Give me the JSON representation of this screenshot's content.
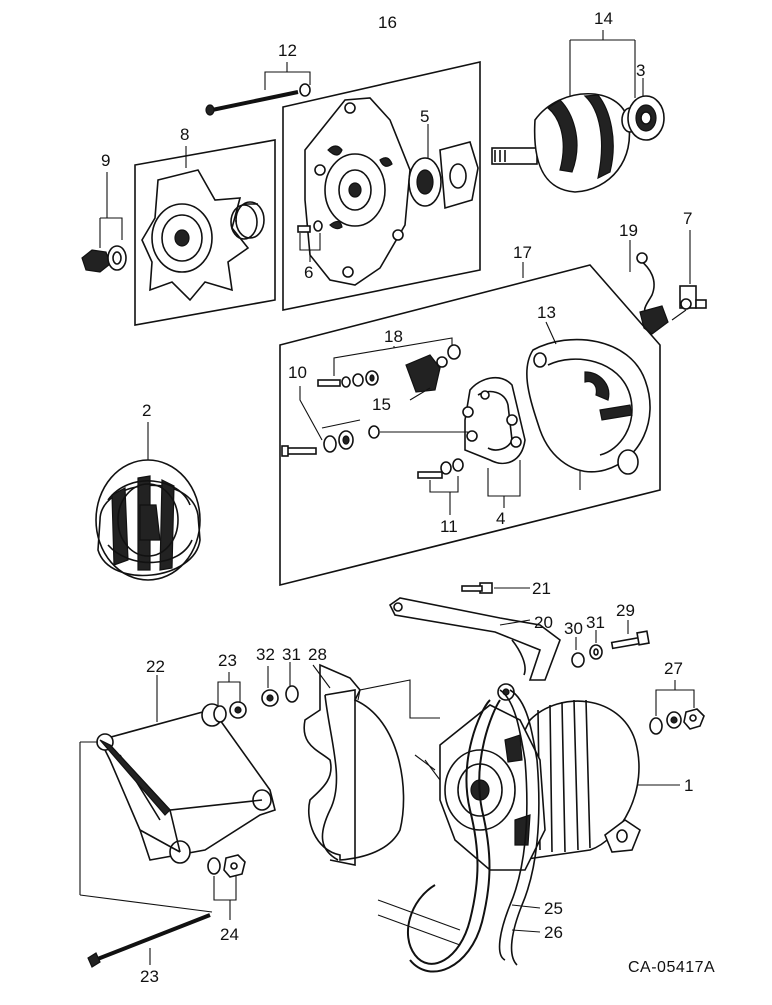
{
  "diagram": {
    "reference_code": "CA-05417A",
    "callouts": {
      "c1": "1",
      "c2": "2",
      "c3": "3",
      "c4": "4",
      "c5": "5",
      "c6": "6",
      "c7": "7",
      "c8": "8",
      "c9": "9",
      "c10": "10",
      "c11": "11",
      "c12": "12",
      "c13": "13",
      "c14": "14",
      "c15": "15",
      "c16": "16",
      "c17": "17",
      "c18": "18",
      "c19": "19",
      "c20": "20",
      "c21": "21",
      "c22": "22",
      "c23a": "23",
      "c23b": "23",
      "c24": "24",
      "c25": "25",
      "c26": "26",
      "c27": "27",
      "c28": "28",
      "c29": "29",
      "c30": "30",
      "c31a": "31",
      "c31b": "31",
      "c32": "32"
    }
  }
}
